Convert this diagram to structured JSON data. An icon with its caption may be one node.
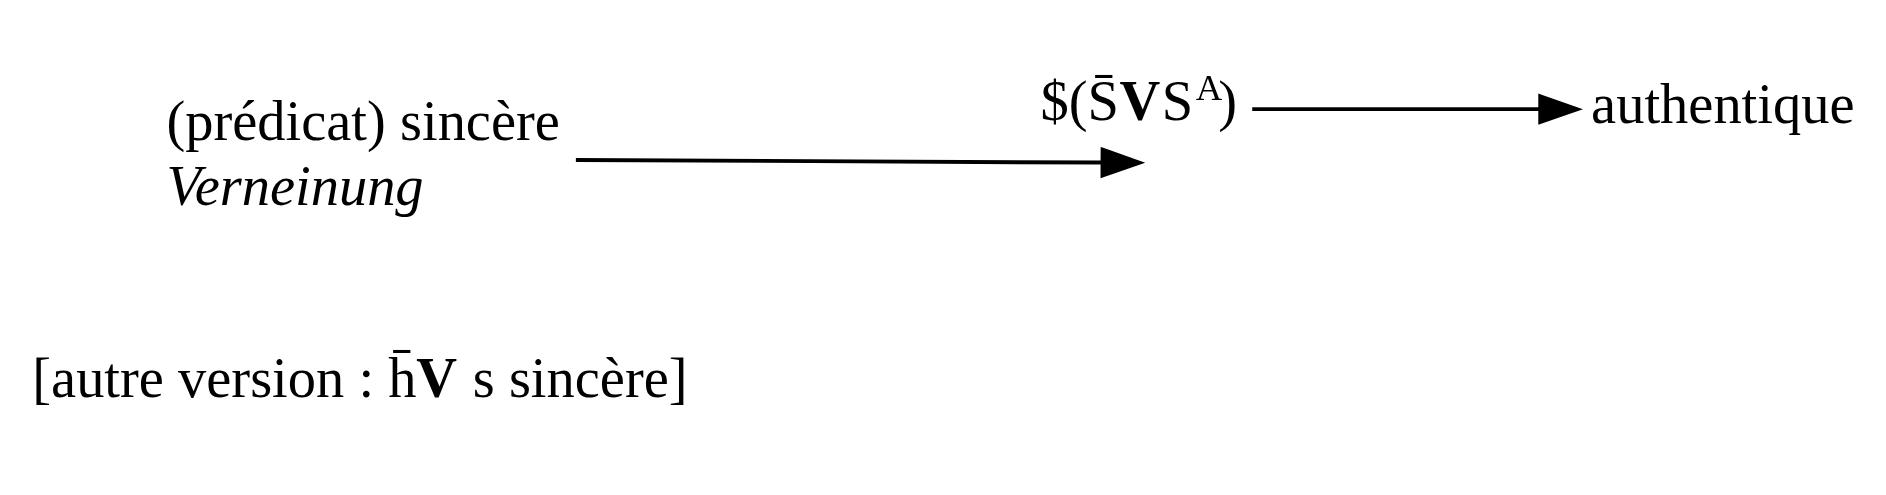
{
  "diagram": {
    "nodes": [
      {
        "text": [
          "(prédicat) sincère",
          "Verneinung"
        ]
      },
      {
        "text": [
          "$(S̄**V**S$^{A}$)"
        ]
      },
      {
        "text": [
          "authentique"
        ]
      }
    ],
    "edges": [
      {
        "from": 0,
        "to": 1,
        "arrow": "to"
      },
      {
        "from": 1,
        "to": 2,
        "arrow": "to"
      }
    ],
    "labels": [
      "[autre version : h̄**V** s sincère]"
    ]
  }
}
